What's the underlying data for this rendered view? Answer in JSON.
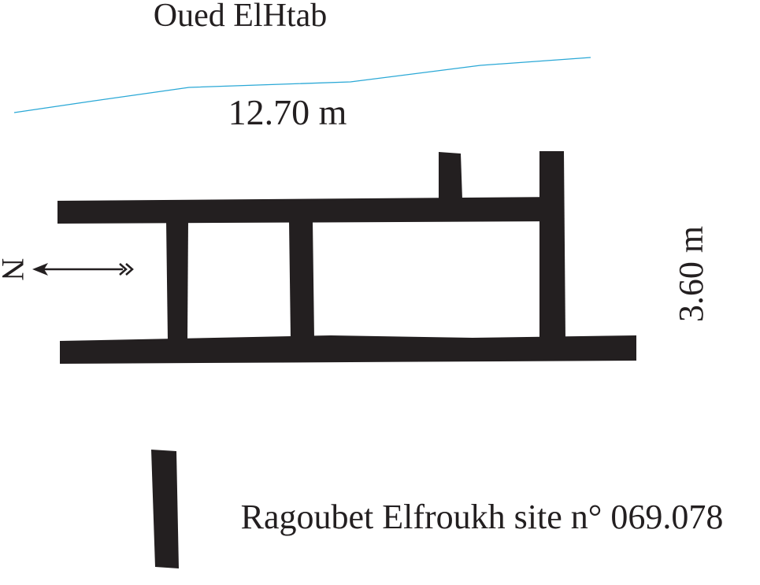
{
  "river": {
    "name": "Oued ElHtab",
    "color": "#2aa8d6"
  },
  "dimensions": {
    "length": "12.70 m",
    "width": "3.60 m"
  },
  "north_arrow": {
    "label": "N"
  },
  "site_label": "Ragoubet Elfroukh site n° 069.078",
  "colors": {
    "wall": "#231f20",
    "text": "#231f20",
    "background": "#ffffff"
  }
}
